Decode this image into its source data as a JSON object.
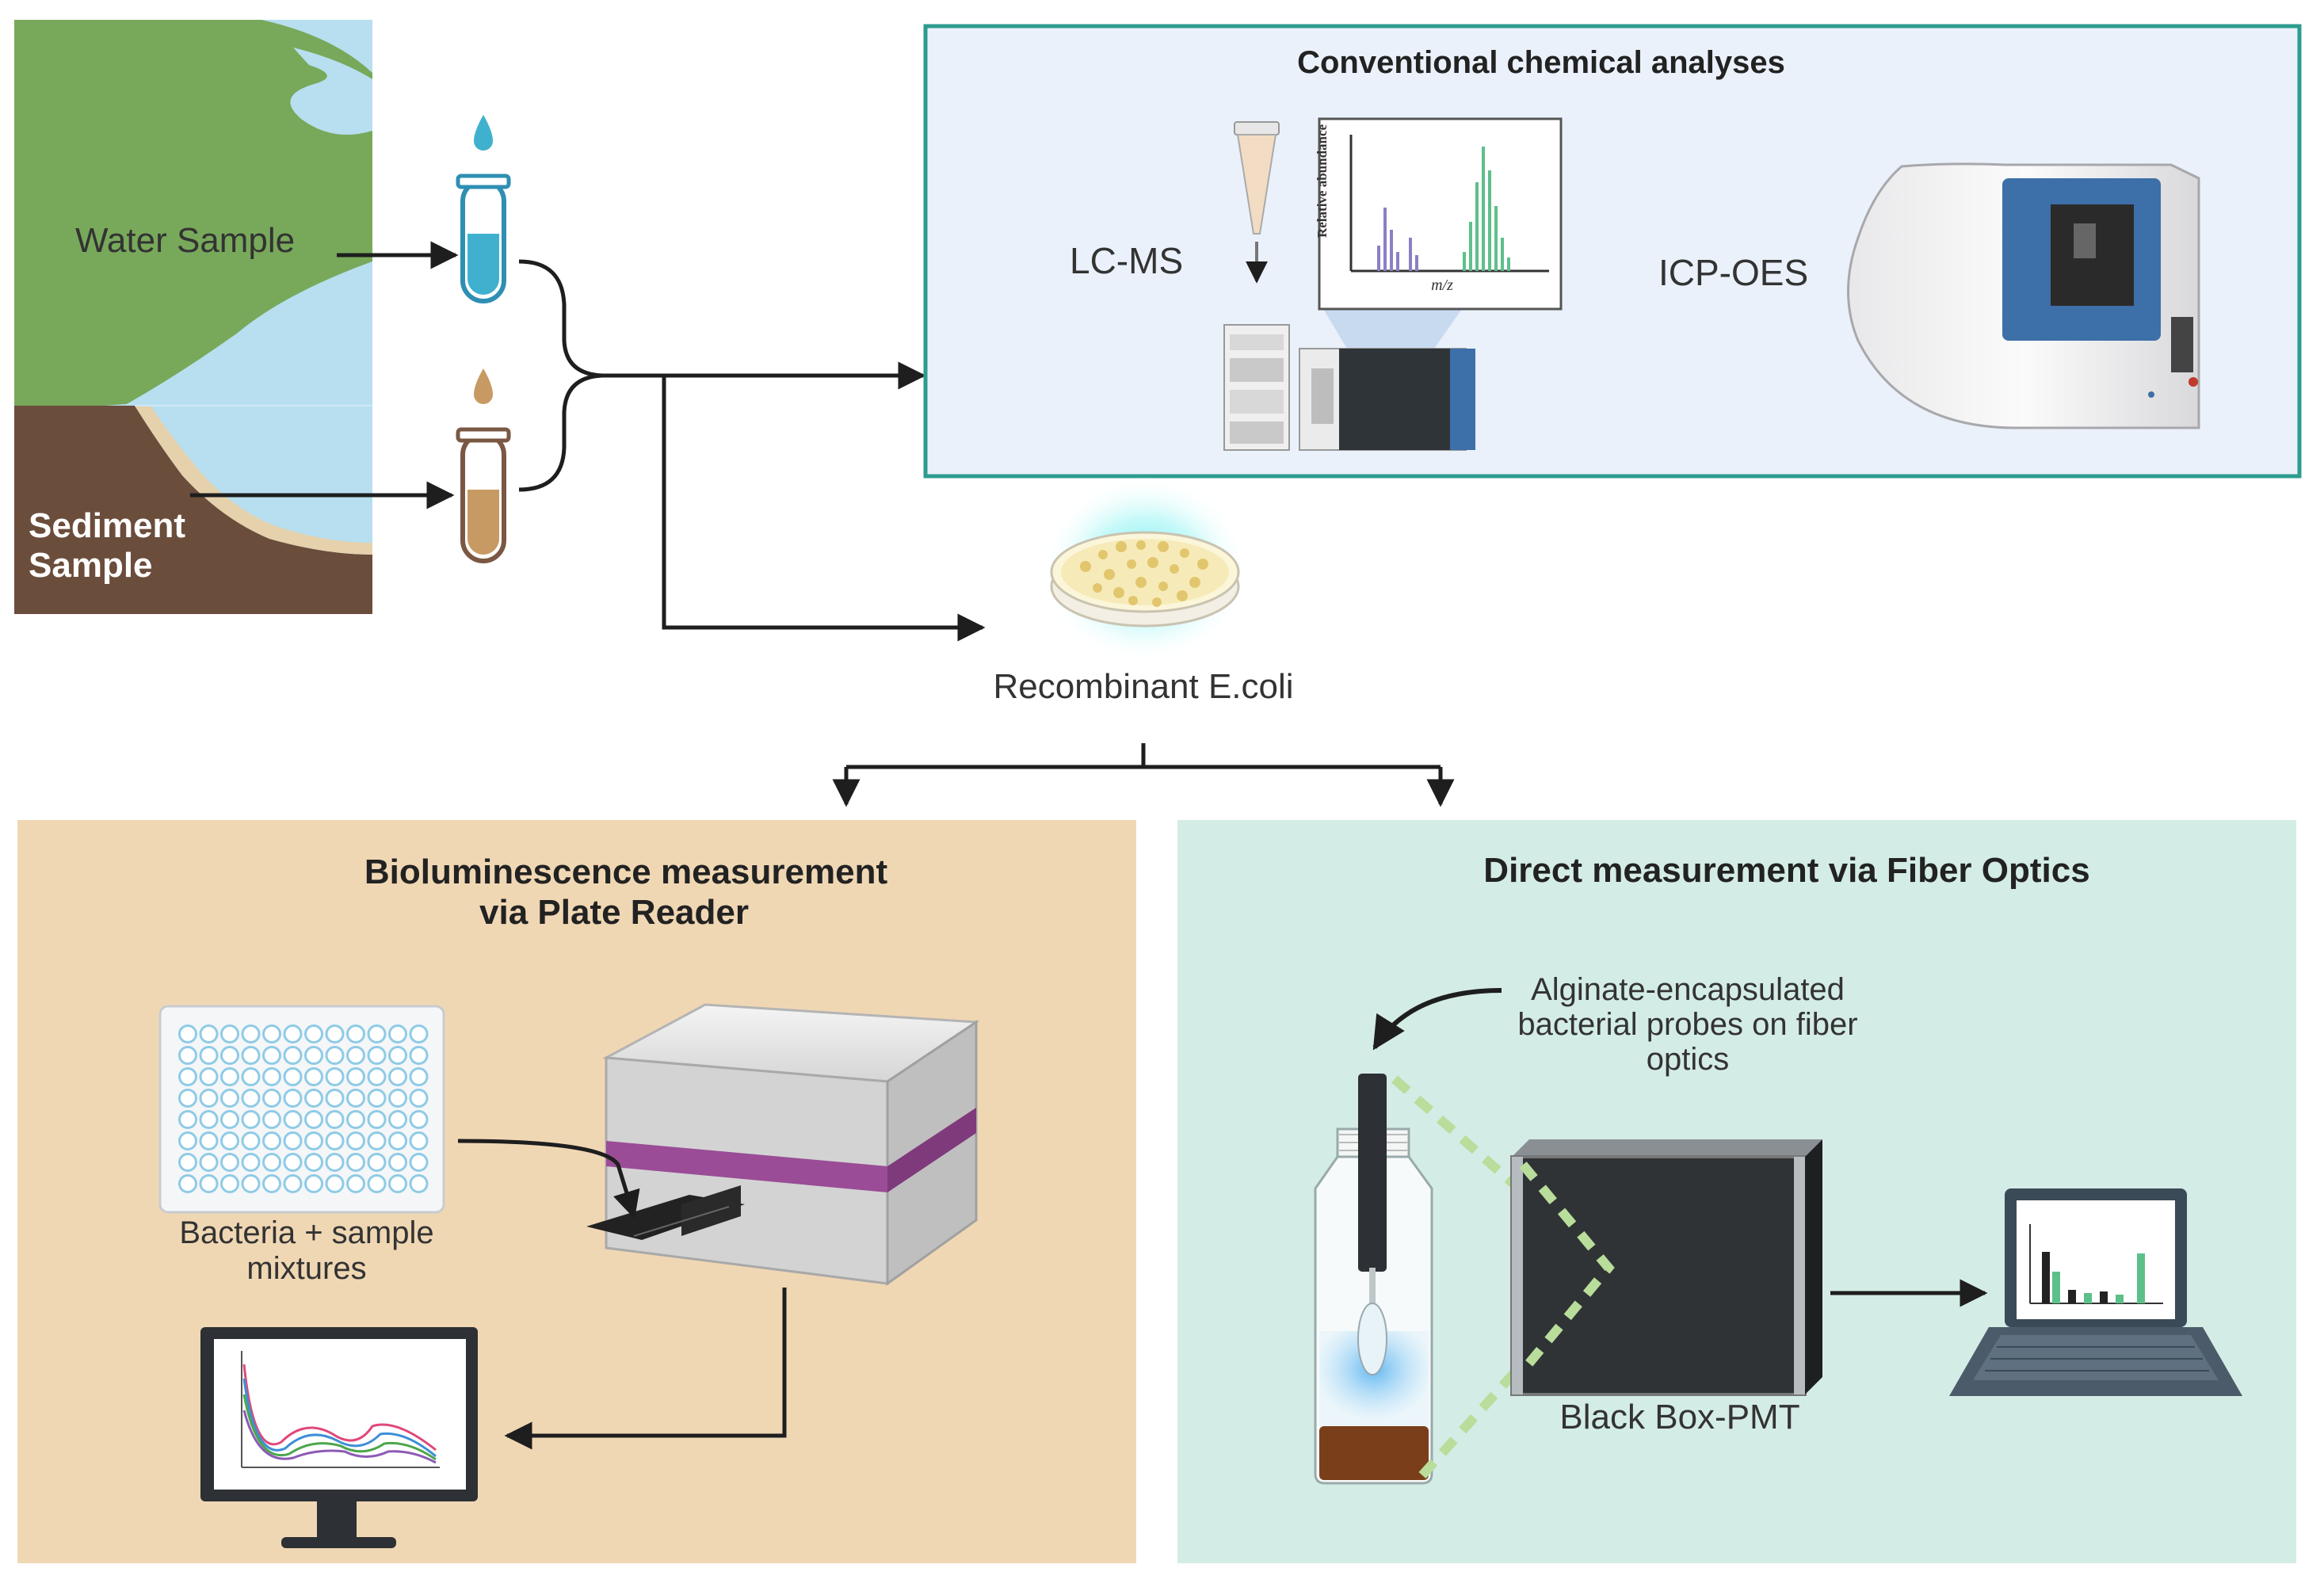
{
  "labels": {
    "water_sample": "Water Sample",
    "sediment_sample_1": "Sediment",
    "sediment_sample_2": "Sample",
    "conventional_title": "Conventional chemical analyses",
    "lcms": "LC-MS",
    "icpoes": "ICP-OES",
    "ms_ylabel": "Relative abundance",
    "ms_xlabel": "m/z",
    "recombinant": "Recombinant E.coli",
    "biolum_title_1": "Bioluminescence measurement",
    "biolum_title_2": "via Plate Reader",
    "bacteria_mix_1": "Bacteria + sample",
    "bacteria_mix_2": "mixtures",
    "fiber_title": "Direct measurement via Fiber Optics",
    "alginate_1": "Alginate-encapsulated",
    "alginate_2": "bacterial probes on fiber",
    "alginate_3": "optics",
    "black_box": "Black Box-PMT"
  },
  "colors": {
    "conventional_panel_bg": "#eaf1fa",
    "conventional_panel_border": "#2c9c8e",
    "biolum_panel_bg": "#f0d7b4",
    "fiber_panel_bg": "#d4ece6",
    "land_green": "#78a95b",
    "water_blue": "#b7dff0",
    "sediment_brown": "#6b4d3c",
    "sand": "#e5d1ab",
    "arrow": "#1e1e1e",
    "water_drop": "#3fb1cf",
    "sediment_drop": "#c79a63",
    "ms_purple": "#8c7fc4",
    "ms_green": "#5cc08a",
    "icp_blue": "#3d6fa8",
    "plate_reader_stripe": "#9a4c96",
    "well_blue": "#8fcbe6",
    "glow": "#64ecf0",
    "fiber_dash": "#b9dd9a"
  }
}
